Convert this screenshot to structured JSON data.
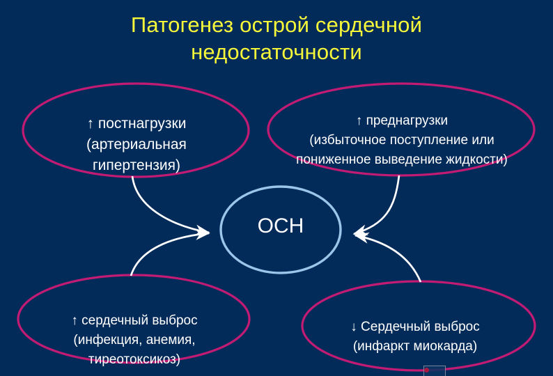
{
  "slide": {
    "title": "Патогенез острой сердечной\nнедостаточности",
    "background_color": "#032b5a",
    "title_color": "#f7f73a",
    "node_border_color": "#c21b73",
    "center_border_color": "#9cc5ea",
    "text_color": "#ffffff",
    "arrow_color": "#ffffff"
  },
  "center": {
    "label": "ОСН"
  },
  "nodes": [
    {
      "id": "postload",
      "arrow": "↑",
      "text": " постнагрузки\n(артериальная\nгипертензия)",
      "position": "top-left"
    },
    {
      "id": "preload",
      "arrow": "↑",
      "text": " преднагрузки\n(избыточное поступление  или\nпониженное выведение жидкости)",
      "position": "top-right"
    },
    {
      "id": "cardiac-output-up",
      "arrow": "↑",
      "text": " сердечный выброс\n(инфекция, анемия,\nтиреотоксикоз)",
      "position": "bottom-left"
    },
    {
      "id": "cardiac-output-down",
      "arrow": "↓",
      "text": "  Сердечный выброс\n(инфаркт миокарда)",
      "position": "bottom-right"
    }
  ]
}
